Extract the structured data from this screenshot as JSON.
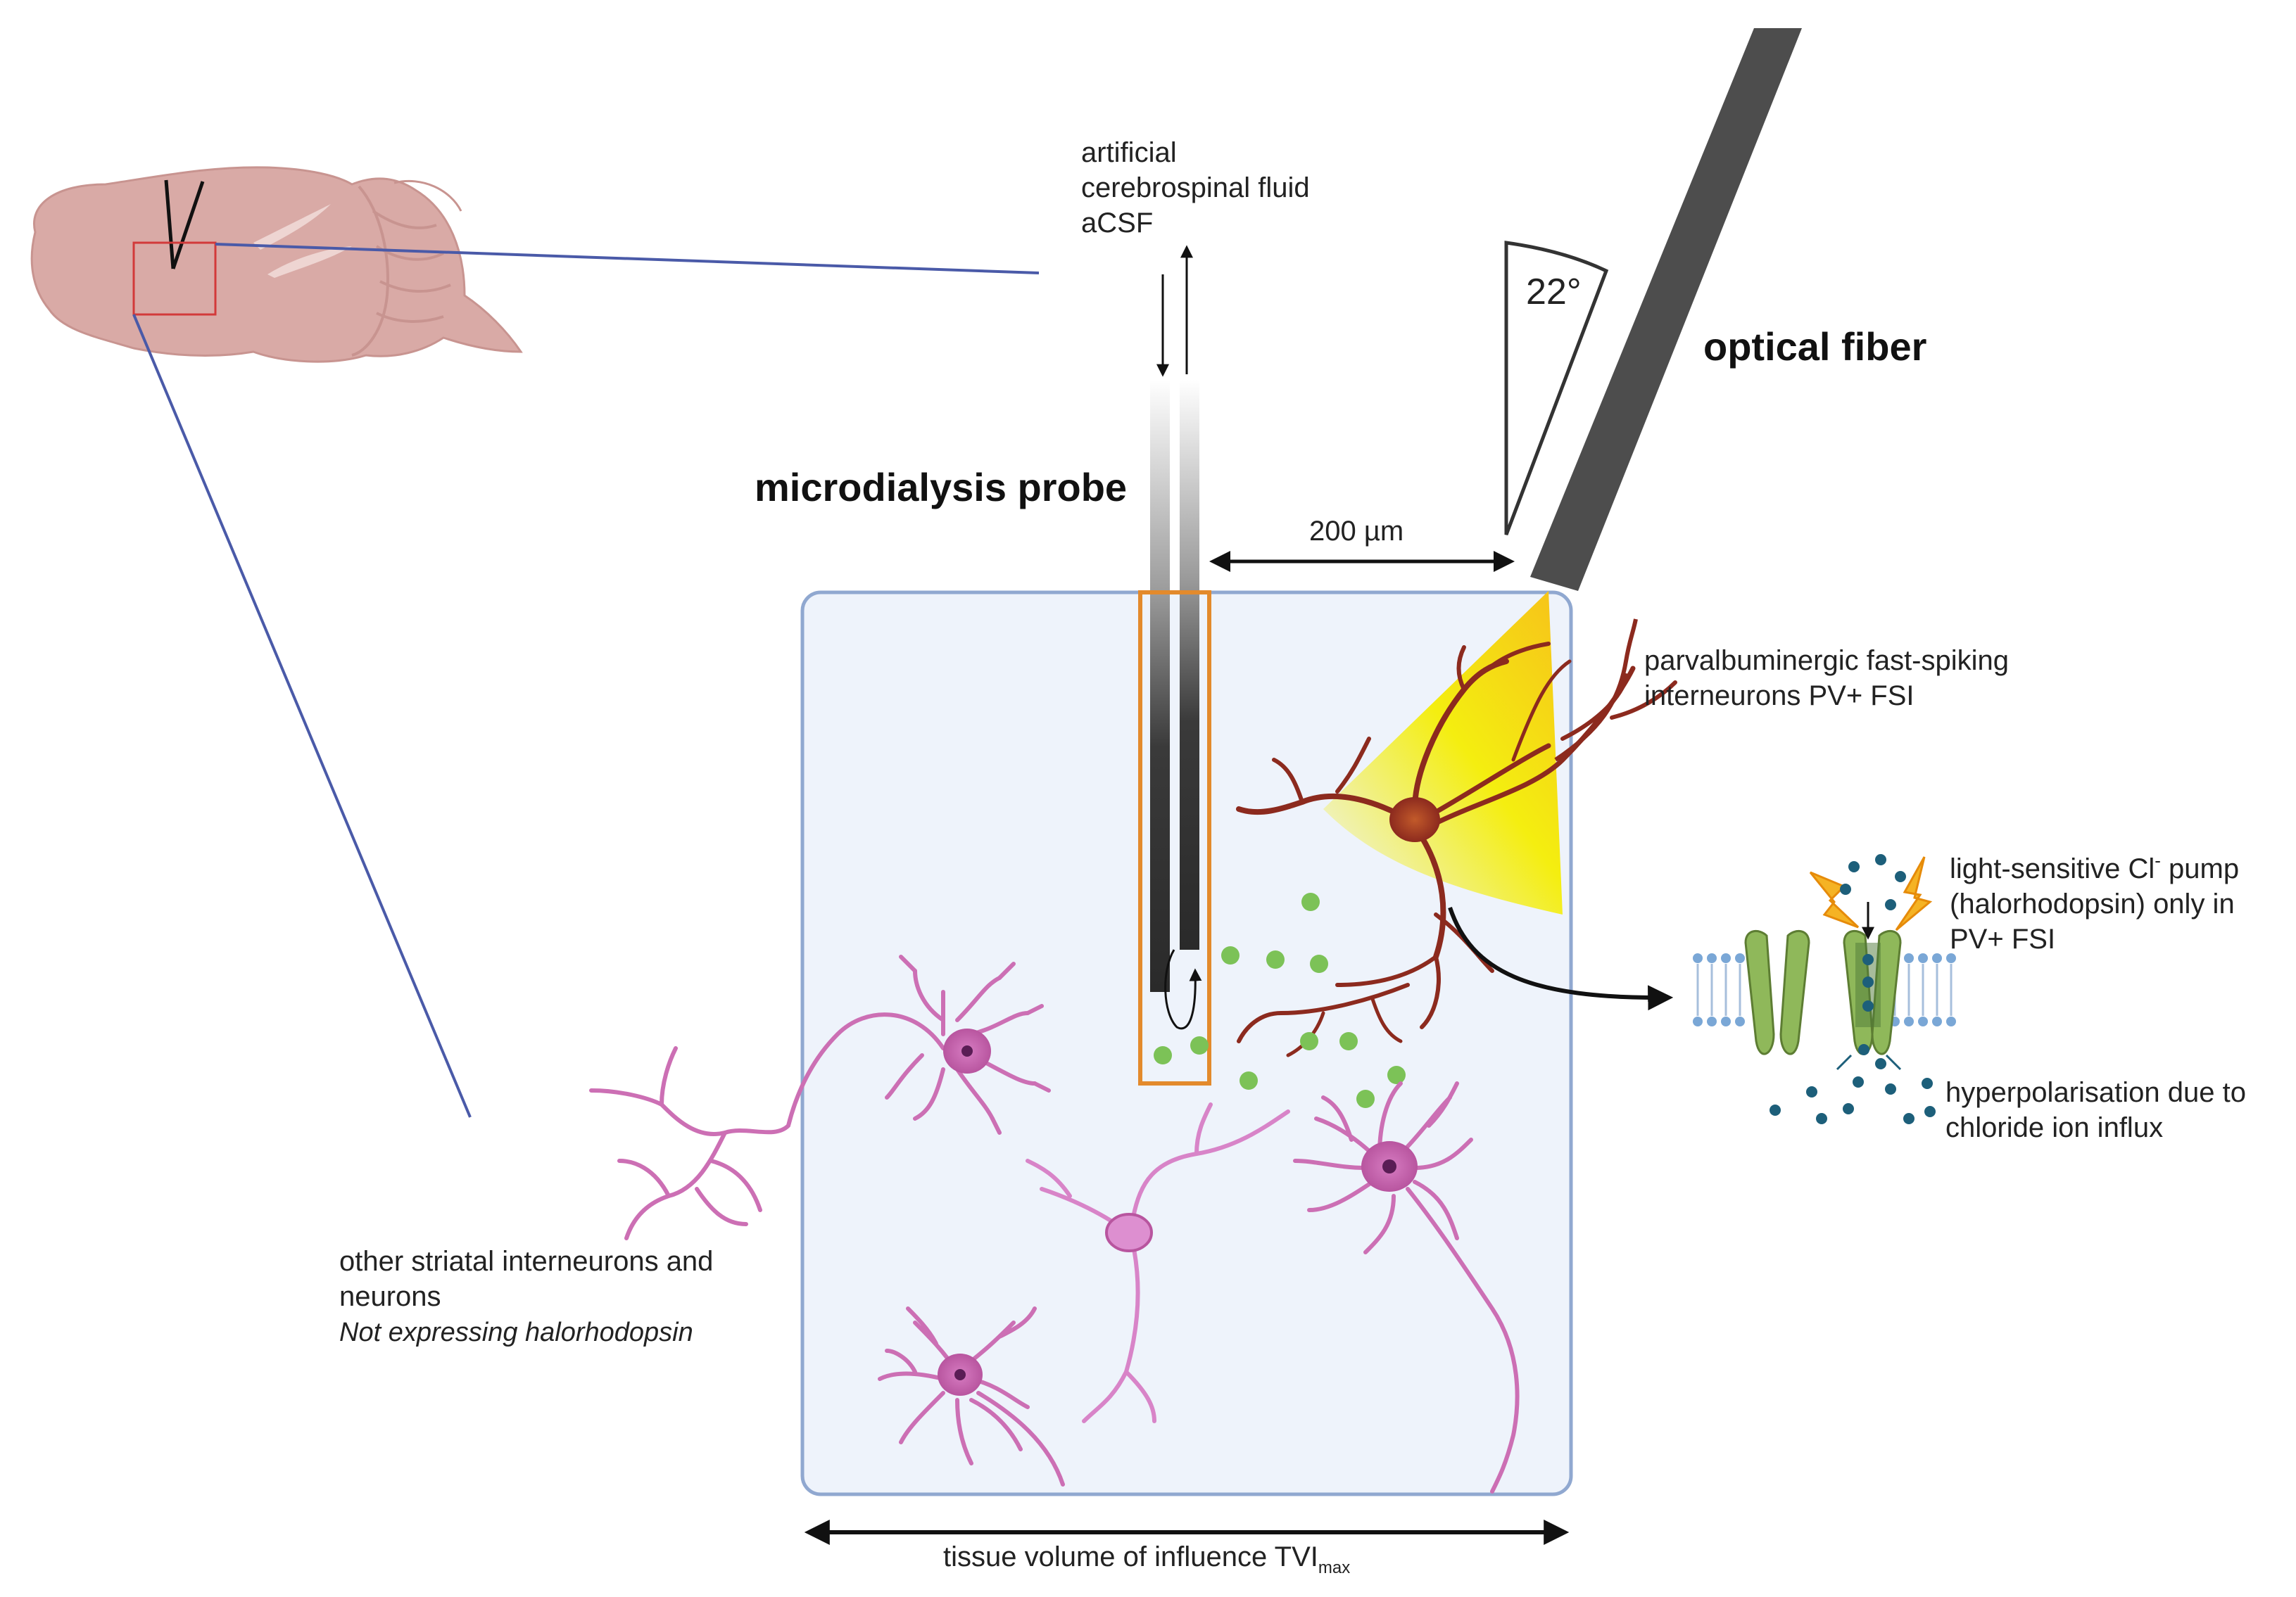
{
  "labels": {
    "acsf_line1": "artificial",
    "acsf_line2": "cerebrospinal fluid",
    "acsf_line3": "aCSF",
    "microdialysis_probe": "microdialysis probe",
    "optical_fiber": "optical fiber",
    "angle": "22°",
    "distance": "200 µm",
    "pv_line1": "parvalbuminergic fast-spiking",
    "pv_line2": "interneurons PV+ FSI",
    "pump_line1_pre": "light-sensitive Cl",
    "pump_line1_sup": "-",
    "pump_line1_post": " pump",
    "pump_line2": "(halorhodopsin) only in",
    "pump_line3": "PV+ FSI",
    "hyper_line1": "hyperpolarisation due to",
    "hyper_line2": "chloride ion influx",
    "other_line1": "other striatal interneurons and",
    "other_line2": "neurons",
    "other_line3": "Not expressing halorhodopsin",
    "tvi_main": "tissue volume of influence TVI",
    "tvi_sub": "max"
  },
  "colors": {
    "tissue_fill": "#eef3fb",
    "tissue_border": "#90a8d0",
    "probe_outline": "#e38a2c",
    "brain": "#d9aaa6",
    "pv_neuron": "#8c2a1e",
    "other_neuron": "#cc6fb4",
    "light": "#f3e800",
    "channel_green": "#8fb85a",
    "ion_blue": "#1d5f7a",
    "bolt": "#f5b324",
    "zoom_line": "#4a5aa8"
  },
  "icons": {
    "brain": "mouse-brain-icon",
    "bolt": "lightning-bolt-icon",
    "channel": "ion-channel-icon"
  }
}
